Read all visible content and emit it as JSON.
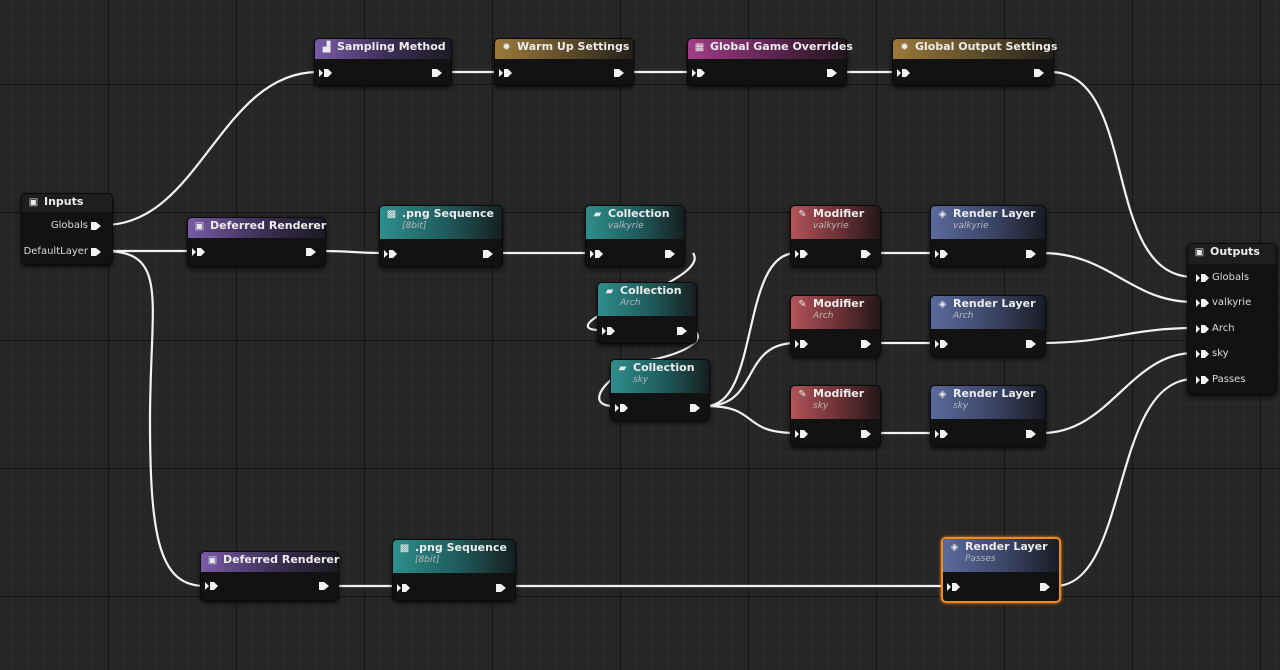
{
  "nodes": {
    "inputs": {
      "title": "Inputs",
      "pins": {
        "globals": "Globals",
        "default_layer": "DefaultLayer"
      }
    },
    "sampling_method": {
      "title": "Sampling Method"
    },
    "warm_up_settings": {
      "title": "Warm Up Settings"
    },
    "global_game_overrides": {
      "title": "Global Game Overrides"
    },
    "global_output_settings": {
      "title": "Global Output Settings"
    },
    "deferred_renderer_1": {
      "title": "Deferred Renderer"
    },
    "png_sequence_1": {
      "title": ".png Sequence",
      "subtitle": "[8bit]"
    },
    "collection_valkyrie": {
      "title": "Collection",
      "subtitle": "valkyrie"
    },
    "collection_arch": {
      "title": "Collection",
      "subtitle": "Arch"
    },
    "collection_sky": {
      "title": "Collection",
      "subtitle": "sky"
    },
    "modifier_valkyrie": {
      "title": "Modifier",
      "subtitle": "valkyrie"
    },
    "modifier_arch": {
      "title": "Modifier",
      "subtitle": "Arch"
    },
    "modifier_sky": {
      "title": "Modifier",
      "subtitle": "sky"
    },
    "render_layer_valkyrie": {
      "title": "Render Layer",
      "subtitle": "valkyrie"
    },
    "render_layer_arch": {
      "title": "Render Layer",
      "subtitle": "Arch"
    },
    "render_layer_sky": {
      "title": "Render Layer",
      "subtitle": "sky"
    },
    "deferred_renderer_2": {
      "title": "Deferred Renderer"
    },
    "png_sequence_2": {
      "title": ".png Sequence",
      "subtitle": "[8bit]"
    },
    "render_layer_passes": {
      "title": "Render Layer",
      "subtitle": "Passes"
    },
    "outputs": {
      "title": "Outputs",
      "pins": {
        "globals": "Globals",
        "valkyrie": "valkyrie",
        "arch": "Arch",
        "sky": "sky",
        "passes": "Passes"
      }
    }
  },
  "colors": {
    "wire": "#f2f2f2",
    "selection": "#f08a1c",
    "canvas": "#262626"
  },
  "icons": {
    "inputs": "inputs-node-icon",
    "sampling": "bar-chart-icon",
    "settings": "gear-icon",
    "overrides": "game-overrides-icon",
    "renderer": "image-icon",
    "sequence": "checker-icon",
    "collection": "folder-plus-icon",
    "modifier": "pencil-icon",
    "render_layer": "layers-icon",
    "outputs": "outputs-node-icon"
  }
}
